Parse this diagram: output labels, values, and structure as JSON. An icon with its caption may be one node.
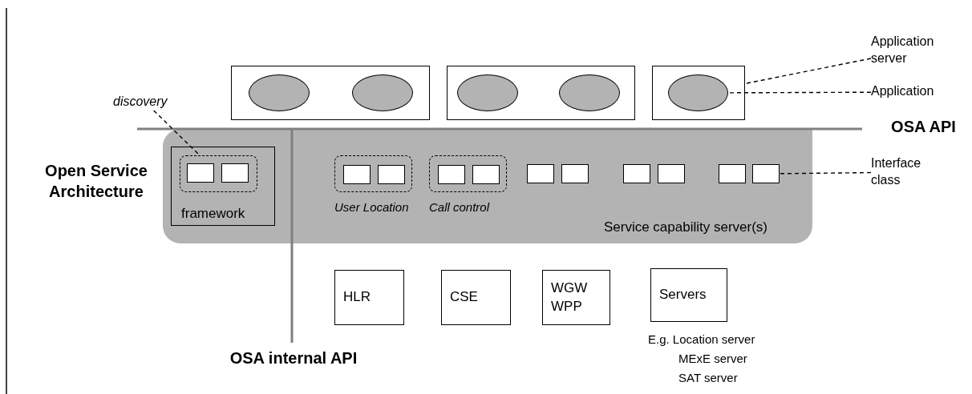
{
  "diagram": {
    "nodes": [
      {
        "text": [
          "Application server"
        ]
      },
      {
        "text": [],
        "shape": "box"
      },
      {
        "text": [],
        "shape": "ellipse",
        "in": 1
      },
      {
        "text": [],
        "shape": "ellipse",
        "in": 1
      },
      {
        "text": [],
        "shape": "box"
      },
      {
        "text": [],
        "shape": "ellipse",
        "in": 4
      },
      {
        "text": [],
        "shape": "ellipse",
        "in": 4
      },
      {
        "text": [],
        "shape": "box"
      },
      {
        "text": [],
        "shape": "ellipse",
        "in": 7
      },
      {
        "text": [
          "Application"
        ]
      },
      {
        "text": [
          "Service capability server(s)"
        ]
      },
      {
        "text": [
          "framework"
        ],
        "in": 10
      },
      {
        "text": [],
        "shape": "box",
        "in": 11
      },
      {
        "text": [],
        "shape": "box",
        "in": 12
      },
      {
        "text": [],
        "shape": "box",
        "in": 12
      },
      {
        "text": [
          "discovery"
        ]
      },
      {
        "text": [
          "User Location"
        ],
        "in": 10
      },
      {
        "text": [],
        "shape": "box",
        "in": 16
      },
      {
        "text": [],
        "shape": "box",
        "in": 16
      },
      {
        "text": [
          "Call control"
        ],
        "in": 10
      },
      {
        "text": [],
        "shape": "box",
        "in": 19
      },
      {
        "text": [],
        "shape": "box",
        "in": 19
      },
      {
        "text": [],
        "shape": "box",
        "in": 10
      },
      {
        "text": [],
        "shape": "box",
        "in": 10
      },
      {
        "text": [],
        "shape": "box",
        "in": 10
      },
      {
        "text": [],
        "shape": "box",
        "in": 10
      },
      {
        "text": [],
        "shape": "box",
        "in": 10
      },
      {
        "text": [],
        "shape": "box",
        "in": 10
      },
      {
        "text": [
          "Interface class"
        ]
      },
      {
        "text": [
          "HLR"
        ]
      },
      {
        "text": [
          "CSE"
        ]
      },
      {
        "text": [
          "WGW WPP"
        ]
      },
      {
        "text": [
          "Servers"
        ],
        "beside": [
          "E.g. Location server",
          "MExE server",
          "SAT server"
        ]
      }
    ],
    "edges": [
      {
        "from": 0,
        "to": 7,
        "arrow": "none",
        "style": "dashed"
      },
      {
        "from": 9,
        "to": 8,
        "arrow": "none",
        "style": "dashed"
      },
      {
        "from": 15,
        "to": 12,
        "arrow": "none",
        "style": "dashed"
      },
      {
        "from": 28,
        "to": 27,
        "arrow": "none",
        "style": "dashed"
      }
    ],
    "labels": [
      "OSA API",
      "Open Service Architecture",
      "OSA internal API"
    ]
  }
}
